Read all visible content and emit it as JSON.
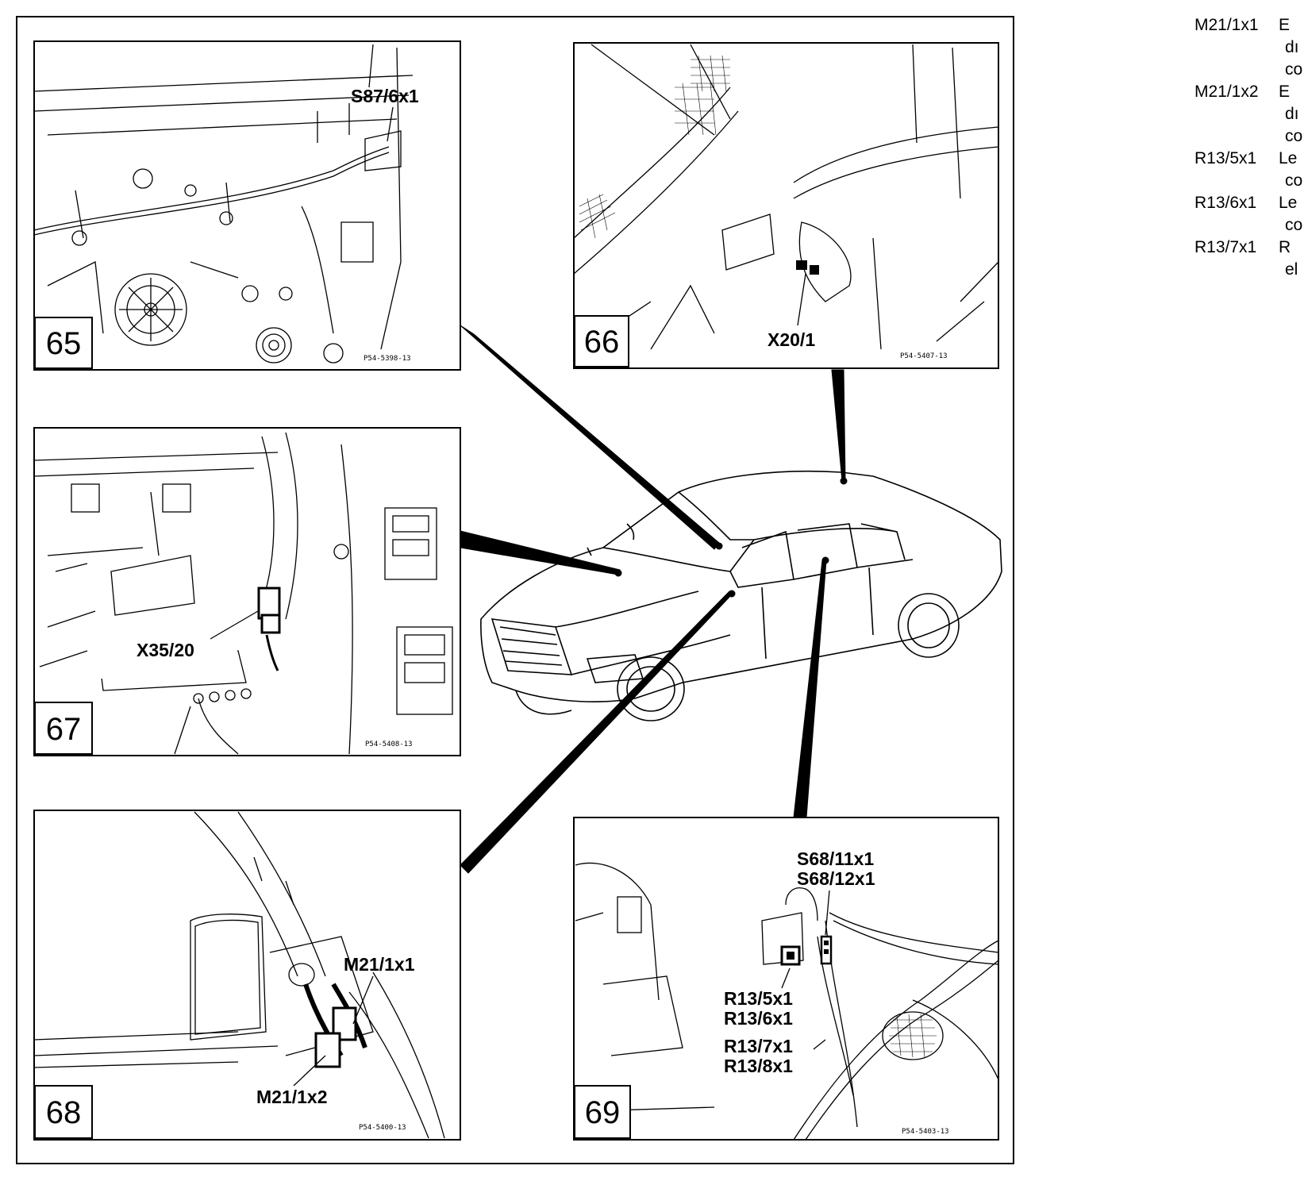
{
  "panels": [
    {
      "id": "65",
      "part_no": "P54-5398-13",
      "callouts": [
        "S87/6x1"
      ]
    },
    {
      "id": "66",
      "part_no": "P54-5407-13",
      "callouts": [
        "X20/1"
      ]
    },
    {
      "id": "67",
      "part_no": "P54-5408-13",
      "callouts": [
        "X35/20"
      ]
    },
    {
      "id": "68",
      "part_no": "P54-5400-13",
      "callouts": [
        "M21/1x1",
        "M21/1x2"
      ]
    },
    {
      "id": "69",
      "part_no": "P54-5403-13",
      "callouts": [
        "S68/11x1",
        "S68/12x1",
        "R13/5x1",
        "R13/6x1",
        "R13/7x1",
        "R13/8x1"
      ]
    }
  ],
  "legend": [
    {
      "code": "M21/1x1",
      "lines": [
        "E",
        "dı",
        "co"
      ]
    },
    {
      "code": "M21/1x2",
      "lines": [
        "E",
        "dı",
        "co"
      ]
    },
    {
      "code": "R13/5x1",
      "lines": [
        "Le",
        "co"
      ]
    },
    {
      "code": "R13/6x1",
      "lines": [
        "Le",
        "co"
      ]
    },
    {
      "code": "R13/7x1",
      "lines": [
        "R",
        "el"
      ]
    }
  ]
}
